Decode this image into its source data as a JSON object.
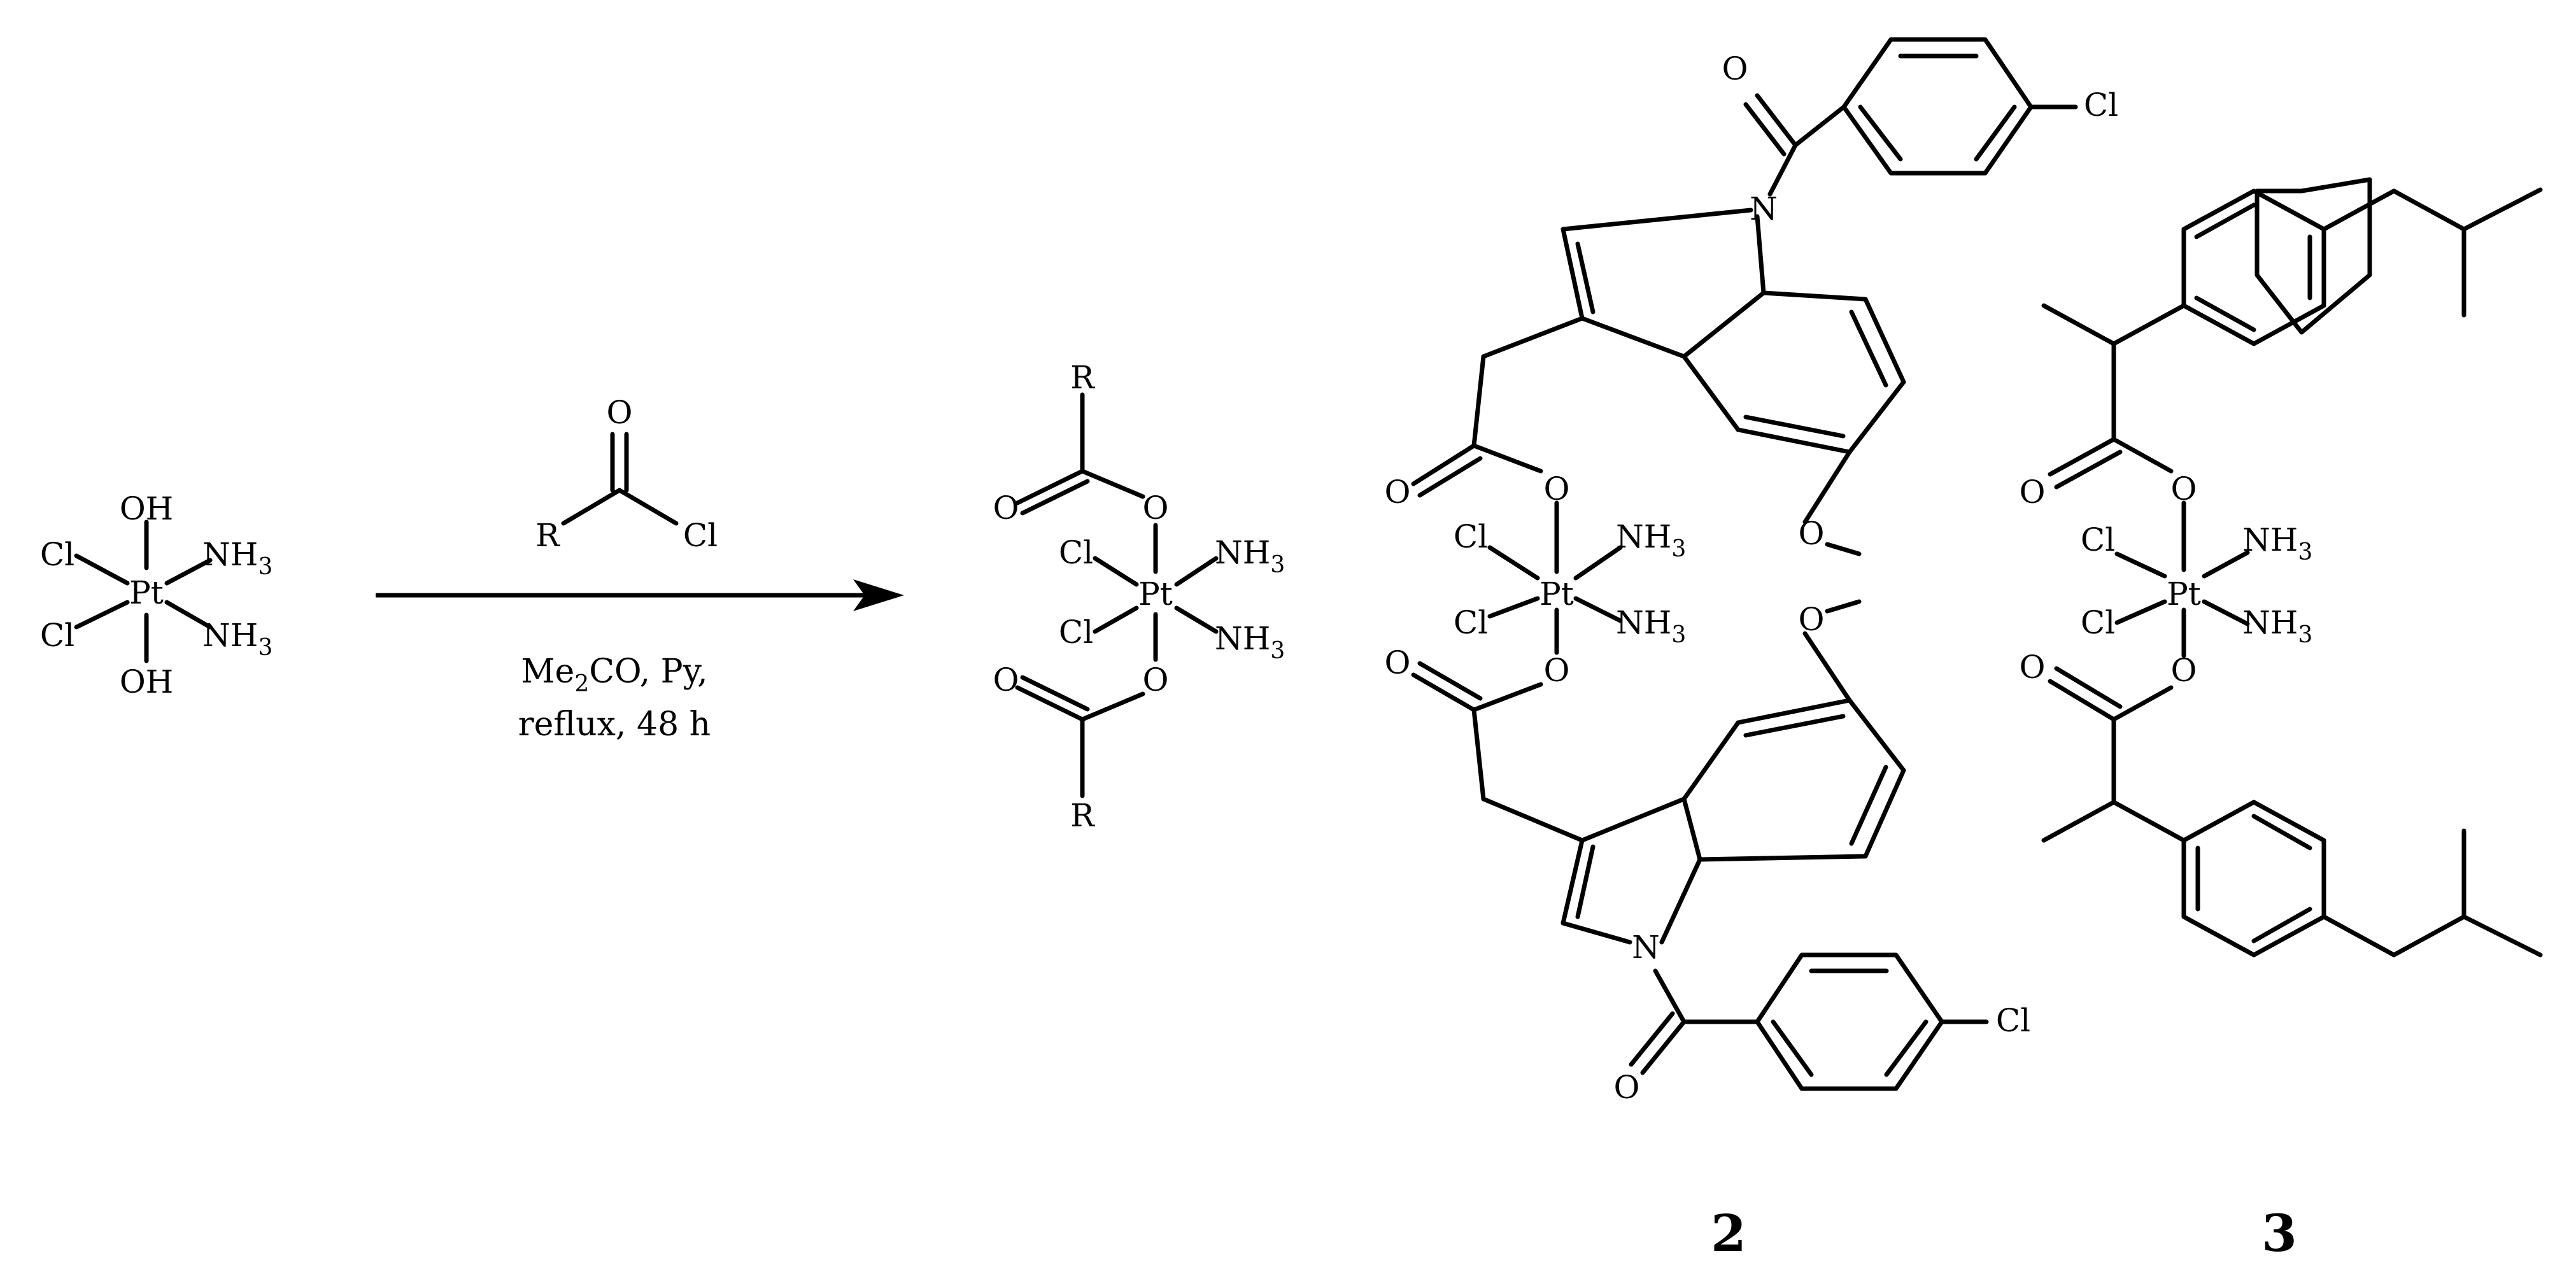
{
  "scheme": {
    "reactant": {
      "axial_top": "OH",
      "axial_bottom": "OH",
      "metal": "Pt",
      "ligand_cl_top": "Cl",
      "ligand_cl_bottom": "Cl",
      "ligand_nh_top": "NH",
      "ligand_nh_top_sub": "3",
      "ligand_nh_bottom": "NH",
      "ligand_nh_bottom_sub": "3"
    },
    "reagent": {
      "o_label": "O",
      "r_label": "R",
      "cl_label": "Cl",
      "condition_line1_a": "Me",
      "condition_line1_sub": "2",
      "condition_line1_b": "CO, Py,",
      "condition_line2": "reflux, 48 h"
    },
    "product": {
      "r_top": "R",
      "r_bottom": "R",
      "o_carbonyl_top": "O",
      "o_link_top": "O",
      "o_carbonyl_bottom": "O",
      "o_link_bottom": "O",
      "metal": "Pt",
      "cl_top": "Cl",
      "cl_bottom": "Cl",
      "nh_top": "NH",
      "nh_top_sub": "3",
      "nh_bottom": "NH",
      "nh_bottom_sub": "3"
    },
    "compound2": {
      "number": "2",
      "o_ketone_top": "O",
      "cl_aryl_top": "Cl",
      "n_top": "N",
      "o_ester_carbonyl_top": "O",
      "o_link_top": "O",
      "o_methoxy_top": "O",
      "metal": "Pt",
      "cl_top": "Cl",
      "cl_bottom": "Cl",
      "nh_top": "NH",
      "nh_top_sub": "3",
      "nh_bottom": "NH",
      "nh_bottom_sub": "3",
      "o_ester_carbonyl_bottom": "O",
      "o_link_bottom": "O",
      "o_methoxy_bottom": "O",
      "n_bottom": "N",
      "o_ketone_bottom": "O",
      "cl_aryl_bottom": "Cl"
    },
    "compound3": {
      "number": "3",
      "o_carbonyl_top": "O",
      "o_link_top": "O",
      "metal": "Pt",
      "cl_top": "Cl",
      "cl_bottom": "Cl",
      "nh_top": "NH",
      "nh_top_sub": "3",
      "nh_bottom": "NH",
      "nh_bottom_sub": "3",
      "o_carbonyl_bottom": "O",
      "o_link_bottom": "O"
    }
  }
}
